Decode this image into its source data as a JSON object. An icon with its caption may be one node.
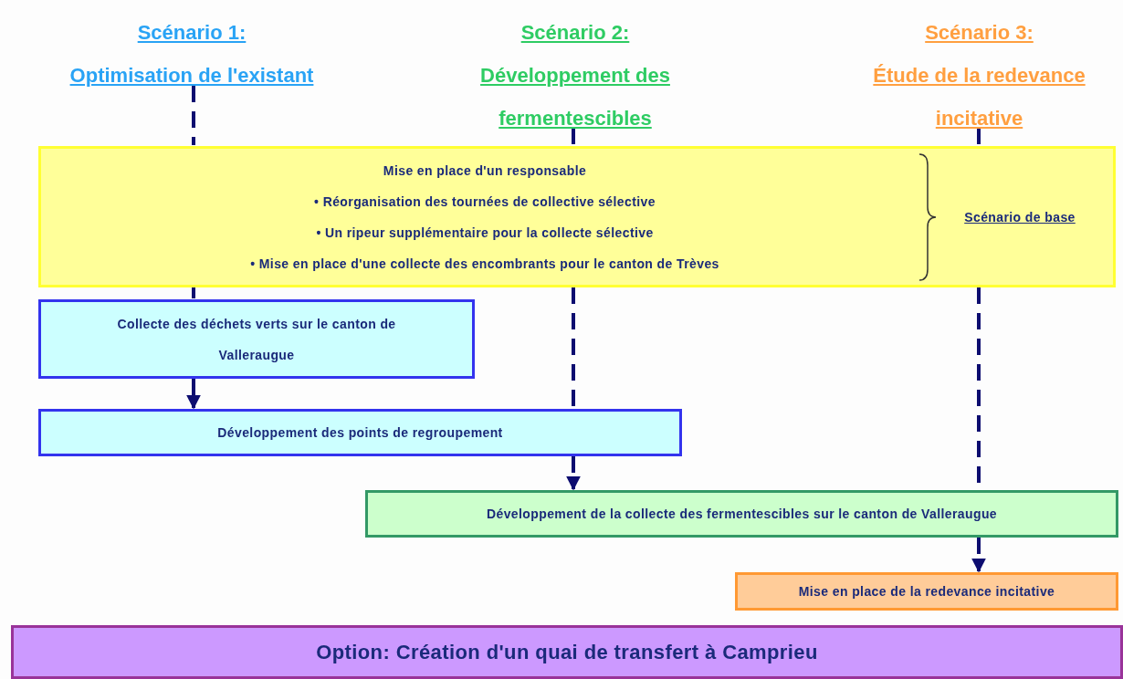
{
  "diagram": {
    "nodes": [
      {
        "text": [
          "Scénario 1:",
          "Optimisation de l'existant"
        ]
      },
      {
        "text": [
          "Scénario 2:",
          "Développement des fermentescibles"
        ]
      },
      {
        "text": [
          "Scénario 3:",
          "Étude de la redevance incitative"
        ]
      },
      {
        "text": [
          "Mise en place d'un responsable",
          "• Réorganisation des tournées de collective sélective",
          "• Un ripeur supplémentaire pour la collecte sélective",
          "• Mise en place d'une collecte des encombrants pour le canton de Trèves",
          "Scénario de base"
        ]
      },
      {
        "text": [
          "Collecte des déchets verts sur le canton de Valleraugue"
        ]
      },
      {
        "text": [
          "Développement des points de regroupement"
        ]
      },
      {
        "text": [
          "Développement de la collecte des fermentescibles sur le canton de Valleraugue"
        ]
      },
      {
        "text": [
          "Mise en place de la redevance incitative"
        ]
      },
      {
        "text": [
          "Option: Création d'un quai de transfert à Camprieu"
        ]
      }
    ],
    "edges": [
      {
        "from": 0,
        "to": 3,
        "arrow": "none",
        "style": "dashed"
      },
      {
        "from": 1,
        "to": 3,
        "arrow": "none",
        "style": "dashed"
      },
      {
        "from": 2,
        "to": 3,
        "arrow": "none",
        "style": "dashed"
      },
      {
        "from": 3,
        "to": 4,
        "arrow": "none",
        "style": "dashed"
      },
      {
        "from": 4,
        "to": 5,
        "arrow": "to",
        "style": "dashed"
      },
      {
        "from": 3,
        "to": 5,
        "arrow": "none",
        "style": "dashed"
      },
      {
        "from": 5,
        "to": 6,
        "arrow": "to",
        "style": "dashed"
      },
      {
        "from": 3,
        "to": 6,
        "arrow": "none",
        "style": "dashed"
      },
      {
        "from": 6,
        "to": 7,
        "arrow": "to",
        "style": "dashed"
      }
    ]
  }
}
